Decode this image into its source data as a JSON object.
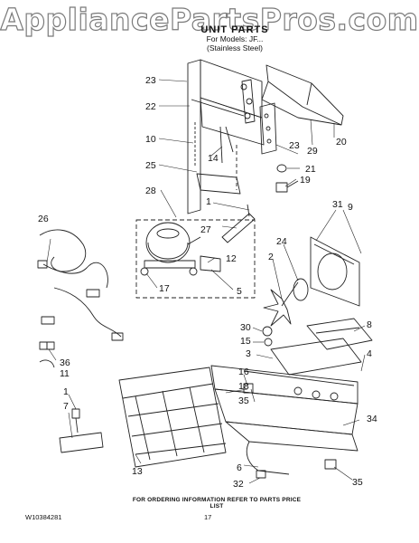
{
  "watermark": "AppliancePartsPros.com",
  "header": {
    "title": "UNIT PARTS",
    "models_line": "For Models: JF...",
    "finish_line": "(Stainless Steel)"
  },
  "footer": {
    "ordering_note": "FOR ORDERING INFORMATION REFER TO PARTS PRICE LIST",
    "document_number": "W10384281",
    "page_number": "17"
  },
  "callouts": [
    "23",
    "22",
    "10",
    "14",
    "25",
    "28",
    "1",
    "26",
    "27",
    "12",
    "17",
    "5",
    "31",
    "9",
    "24",
    "2",
    "30",
    "15",
    "3",
    "8",
    "4",
    "36",
    "11",
    "16",
    "18",
    "35",
    "34",
    "1",
    "7",
    "13",
    "6",
    "32",
    "35",
    "20",
    "29",
    "23",
    "21",
    "19"
  ]
}
